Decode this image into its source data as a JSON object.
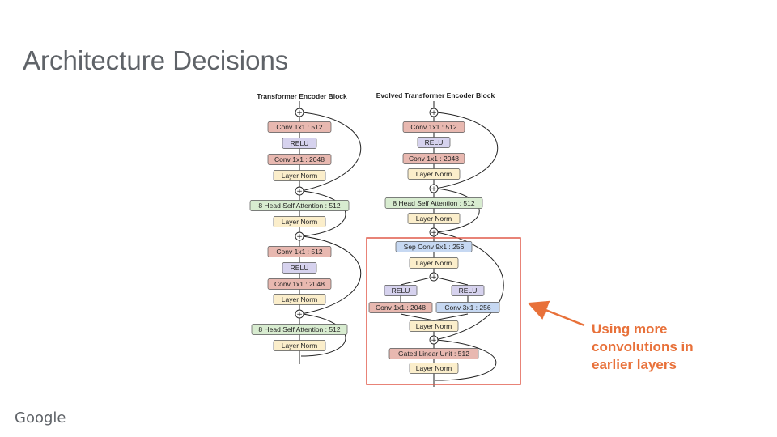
{
  "slide": {
    "title": "Architecture Decisions",
    "logo_text": "Google"
  },
  "callout": {
    "lines": [
      "Using more",
      "convolutions in",
      "earlier layers"
    ],
    "color": "#e8713a"
  },
  "colors": {
    "conv": "#e8b8b0",
    "relu": "#d6d2ee",
    "norm": "#fbeecb",
    "attention": "#d8ecd0",
    "sep_conv": "#c6d8f2",
    "highlight_box": "#e05a4a"
  },
  "diagram": {
    "left_header": "Transformer Encoder Block",
    "right_header": "Evolved Transformer Encoder Block",
    "plus_symbol": "+",
    "left_blocks": [
      "Conv 1x1 : 512",
      "RELU",
      "Conv 1x1 : 2048",
      "Layer Norm",
      "8 Head Self Attention : 512",
      "Layer Norm",
      "Conv 1x1 : 512",
      "RELU",
      "Conv 1x1 : 2048",
      "Layer Norm",
      "8 Head Self Attention : 512",
      "Layer Norm"
    ],
    "right_blocks": [
      "Conv 1x1 : 512",
      "RELU",
      "Conv 1x1 : 2048",
      "Layer Norm",
      "8 Head Self Attention : 512",
      "Layer Norm",
      "Sep Conv 9x1 : 256",
      "Layer Norm",
      "RELU",
      "RELU",
      "Conv 1x1 : 2048",
      "Conv 3x1 : 256",
      "Layer Norm",
      "Gated Linear Unit : 512",
      "Layer Norm"
    ]
  }
}
